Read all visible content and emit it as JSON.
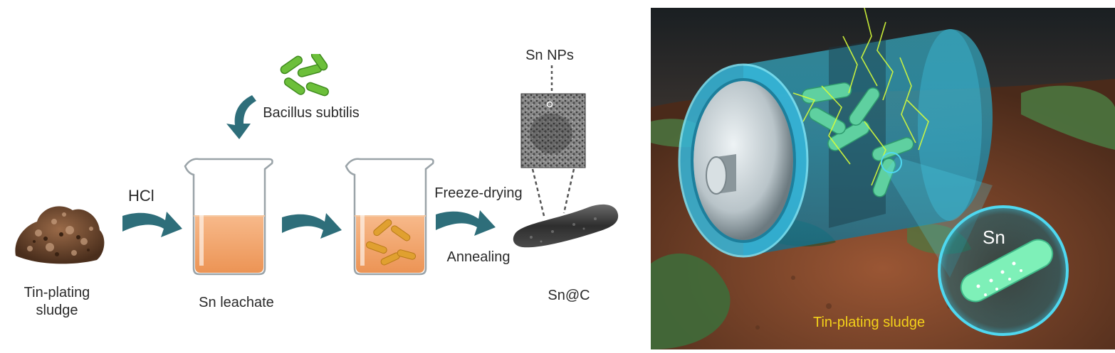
{
  "labels": {
    "bacteria": "Bacillus subtilis",
    "hcl": "HCl",
    "tin_sludge_line1": "Tin-plating",
    "tin_sludge_line2": "sludge",
    "leachate": "Sn leachate",
    "freeze": "Freeze-drying",
    "annealing": "Annealing",
    "sn_nps": "Sn NPs",
    "product": "Sn@C"
  },
  "illustration": {
    "sn": "Sn",
    "sludge": "Tin-plating sludge"
  },
  "colors": {
    "arrow": "#2e6e7a",
    "bacteria": "#6cbf3a",
    "liquid": "#f2a46a",
    "rod": "#e0a030",
    "glow_cyan": "#4fd8f0",
    "caption_yellow": "#f3d11a"
  }
}
